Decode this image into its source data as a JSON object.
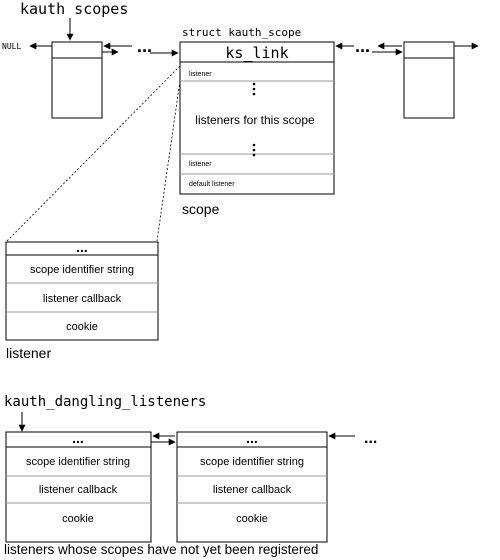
{
  "top": {
    "kauth_scopes_label": "kauth scopes",
    "null_label": "NULL",
    "ellipsis": "...",
    "struct_label": "struct kauth_scope",
    "ks_link_label": "ks_link",
    "rows": {
      "listener_1": "listener",
      "listeners_for_scope": "listeners for this scope",
      "listener_2": "listener",
      "default_listener": "default listener"
    },
    "scope_caption": "scope"
  },
  "listener_detail": {
    "ellipsis": "...",
    "rows": [
      "scope identifier string",
      "listener callback",
      "cookie"
    ],
    "caption": "listener"
  },
  "dangling": {
    "label": "kauth_dangling_listeners",
    "ellipsis": "...",
    "rows": [
      "scope identifier string",
      "listener callback",
      "cookie"
    ],
    "caption": "listeners whose scopes have not yet been registered"
  }
}
